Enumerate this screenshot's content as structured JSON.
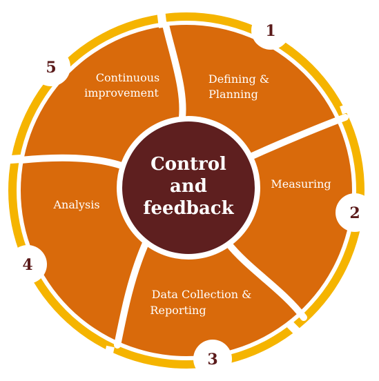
{
  "center": {
    "lines": [
      "Control",
      "and",
      "feedback"
    ]
  },
  "steps": [
    {
      "number": "1",
      "lines": [
        "Defining &",
        "Planning"
      ]
    },
    {
      "number": "2",
      "lines": [
        "Measuring"
      ]
    },
    {
      "number": "3",
      "lines": [
        "Data Collection &",
        "Reporting"
      ]
    },
    {
      "number": "4",
      "lines": [
        "Analysis"
      ]
    },
    {
      "number": "5",
      "lines": [
        "Continuous",
        "improvement"
      ]
    }
  ],
  "colors": {
    "segment": "#D96A0B",
    "ring": "#F5B400",
    "center": "#5E1F1F",
    "divider": "#ffffff",
    "number_text": "#5A1A1A"
  }
}
